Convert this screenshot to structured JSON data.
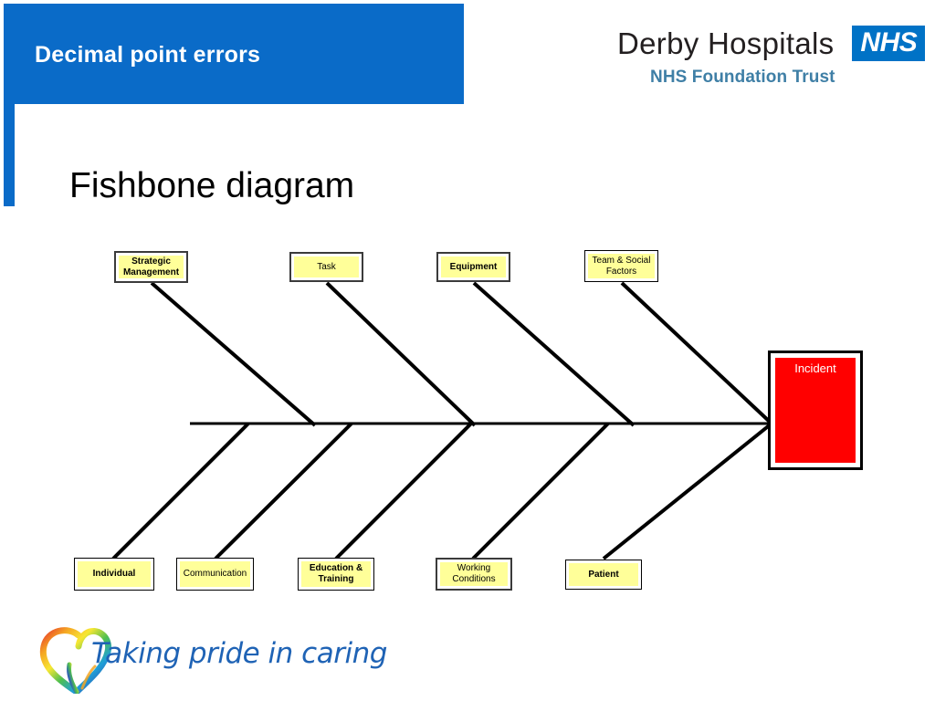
{
  "header": {
    "title": "Decimal point errors",
    "accent_color": "#0A6BC8"
  },
  "logo": {
    "trust_name": "Derby Hospitals",
    "badge": "NHS",
    "subtitle": "NHS Foundation Trust",
    "badge_color": "#0072C6",
    "subtitle_color": "#3F7FA6"
  },
  "slide": {
    "title": "Fishbone diagram"
  },
  "diagram": {
    "type": "fishbone",
    "effect_label": "Incident",
    "effect_color": "#FF0000",
    "box_fill": "#FFFF99",
    "top_causes": [
      {
        "label": "Strategic Management",
        "bold": true,
        "thick_border": true
      },
      {
        "label": "Task",
        "bold": false,
        "thick_border": true
      },
      {
        "label": "Equipment",
        "bold": true,
        "thick_border": true
      },
      {
        "label": "Team & Social Factors",
        "bold": false,
        "thick_border": false
      }
    ],
    "bottom_causes": [
      {
        "label": "Individual",
        "bold": true,
        "thick_border": false
      },
      {
        "label": "Communication",
        "bold": false,
        "thick_border": false
      },
      {
        "label": "Education & Training",
        "bold": true,
        "thick_border": false
      },
      {
        "label": "Working Conditions",
        "bold": false,
        "thick_border": true
      },
      {
        "label": "Patient",
        "bold": true,
        "thick_border": false
      }
    ]
  },
  "footer": {
    "strapline": "Taking pride in caring",
    "strapline_color": "#1F63B5"
  }
}
